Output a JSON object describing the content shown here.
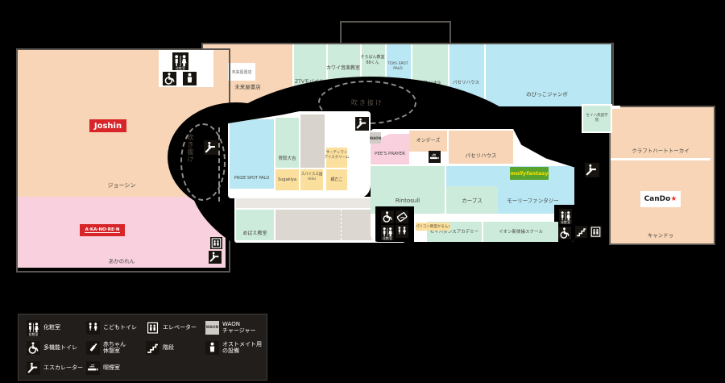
{
  "map": {
    "atrium_center": "吹き抜け",
    "atrium_left": "吹き抜け",
    "icon_labels": {
      "restroom_small": "化粧室",
      "waon_text": "WAON"
    },
    "tenants": {
      "joshin_logo": "Joshin",
      "joshin": "ジョーシン",
      "akanoren_logo": "A·KA·NO·RE·N",
      "akanoren": "あかのれん",
      "miraiya_logo": "未来屋書店",
      "miraiya": "未来屋書店",
      "ztv": "ZTVモバイル",
      "kawai": "カワイ音楽教室",
      "soroban": "そろばん教室\n88くん",
      "toys": "TOYS SPOT PALO",
      "studio9": "スタジオ9",
      "parsley_top": "パセリハウス",
      "nobikko": "のびっこジャンボ",
      "seiha_english": "セイハ英語学院",
      "craft": "クラフトハートトーカイ",
      "cando_logo": "CanDo",
      "cando_star": "★",
      "cando": "キャンドゥ",
      "prize": "PRIZE SPOT PALO",
      "kaitori": "買取大吉",
      "thirtyone": "サーティワン\nアイスクリーム",
      "sugakiya": "Sugakiya",
      "spice": "スパイス三国\nmini",
      "gindako": "銀だこ",
      "mebae": "めばえ教室",
      "ondays": "オンデーズ",
      "pees": "PEE'S PRAYER",
      "parsley_mid": "パセリハウス",
      "rintosull": "Rintosull",
      "curves": "カーブス",
      "molly_logo": "mollyfantasy",
      "molly": "モーリーファンタジー",
      "pasokon": "パソコン教室かるん♪",
      "seiha_dance": "セイハダンスアカデミー",
      "aeon_gym": "イオン新体操スクール"
    },
    "colors": {
      "peach": "#f8d5b6",
      "pink": "#f9d0de",
      "blue": "#b9e7f3",
      "mint": "#cdebdb",
      "yellow": "#fbdf9d",
      "vacant_gray": "#d8d3cd",
      "logo_red": "#d7252a",
      "molly_green": "#57a32d",
      "molly_yellow": "#ffe100",
      "cando_star_red": "#e8382f"
    }
  },
  "legend": {
    "items": [
      {
        "name": "restroom",
        "label": "化粧室"
      },
      {
        "name": "kids-toilet",
        "label": "こどもトイレ"
      },
      {
        "name": "elevator",
        "label": "エレベーター"
      },
      {
        "name": "waon",
        "label": "WAON\nチャージャー"
      },
      {
        "name": "multi-toilet",
        "label": "多機能トイレ"
      },
      {
        "name": "baby-room",
        "label": "赤ちゃん\n休憩室"
      },
      {
        "name": "stairs",
        "label": "階段"
      },
      {
        "name": "ostomate",
        "label": "オストメイト用\nの設備"
      },
      {
        "name": "escalator",
        "label": "エスカレーター"
      },
      {
        "name": "smoking",
        "label": "喫煙室"
      }
    ]
  }
}
